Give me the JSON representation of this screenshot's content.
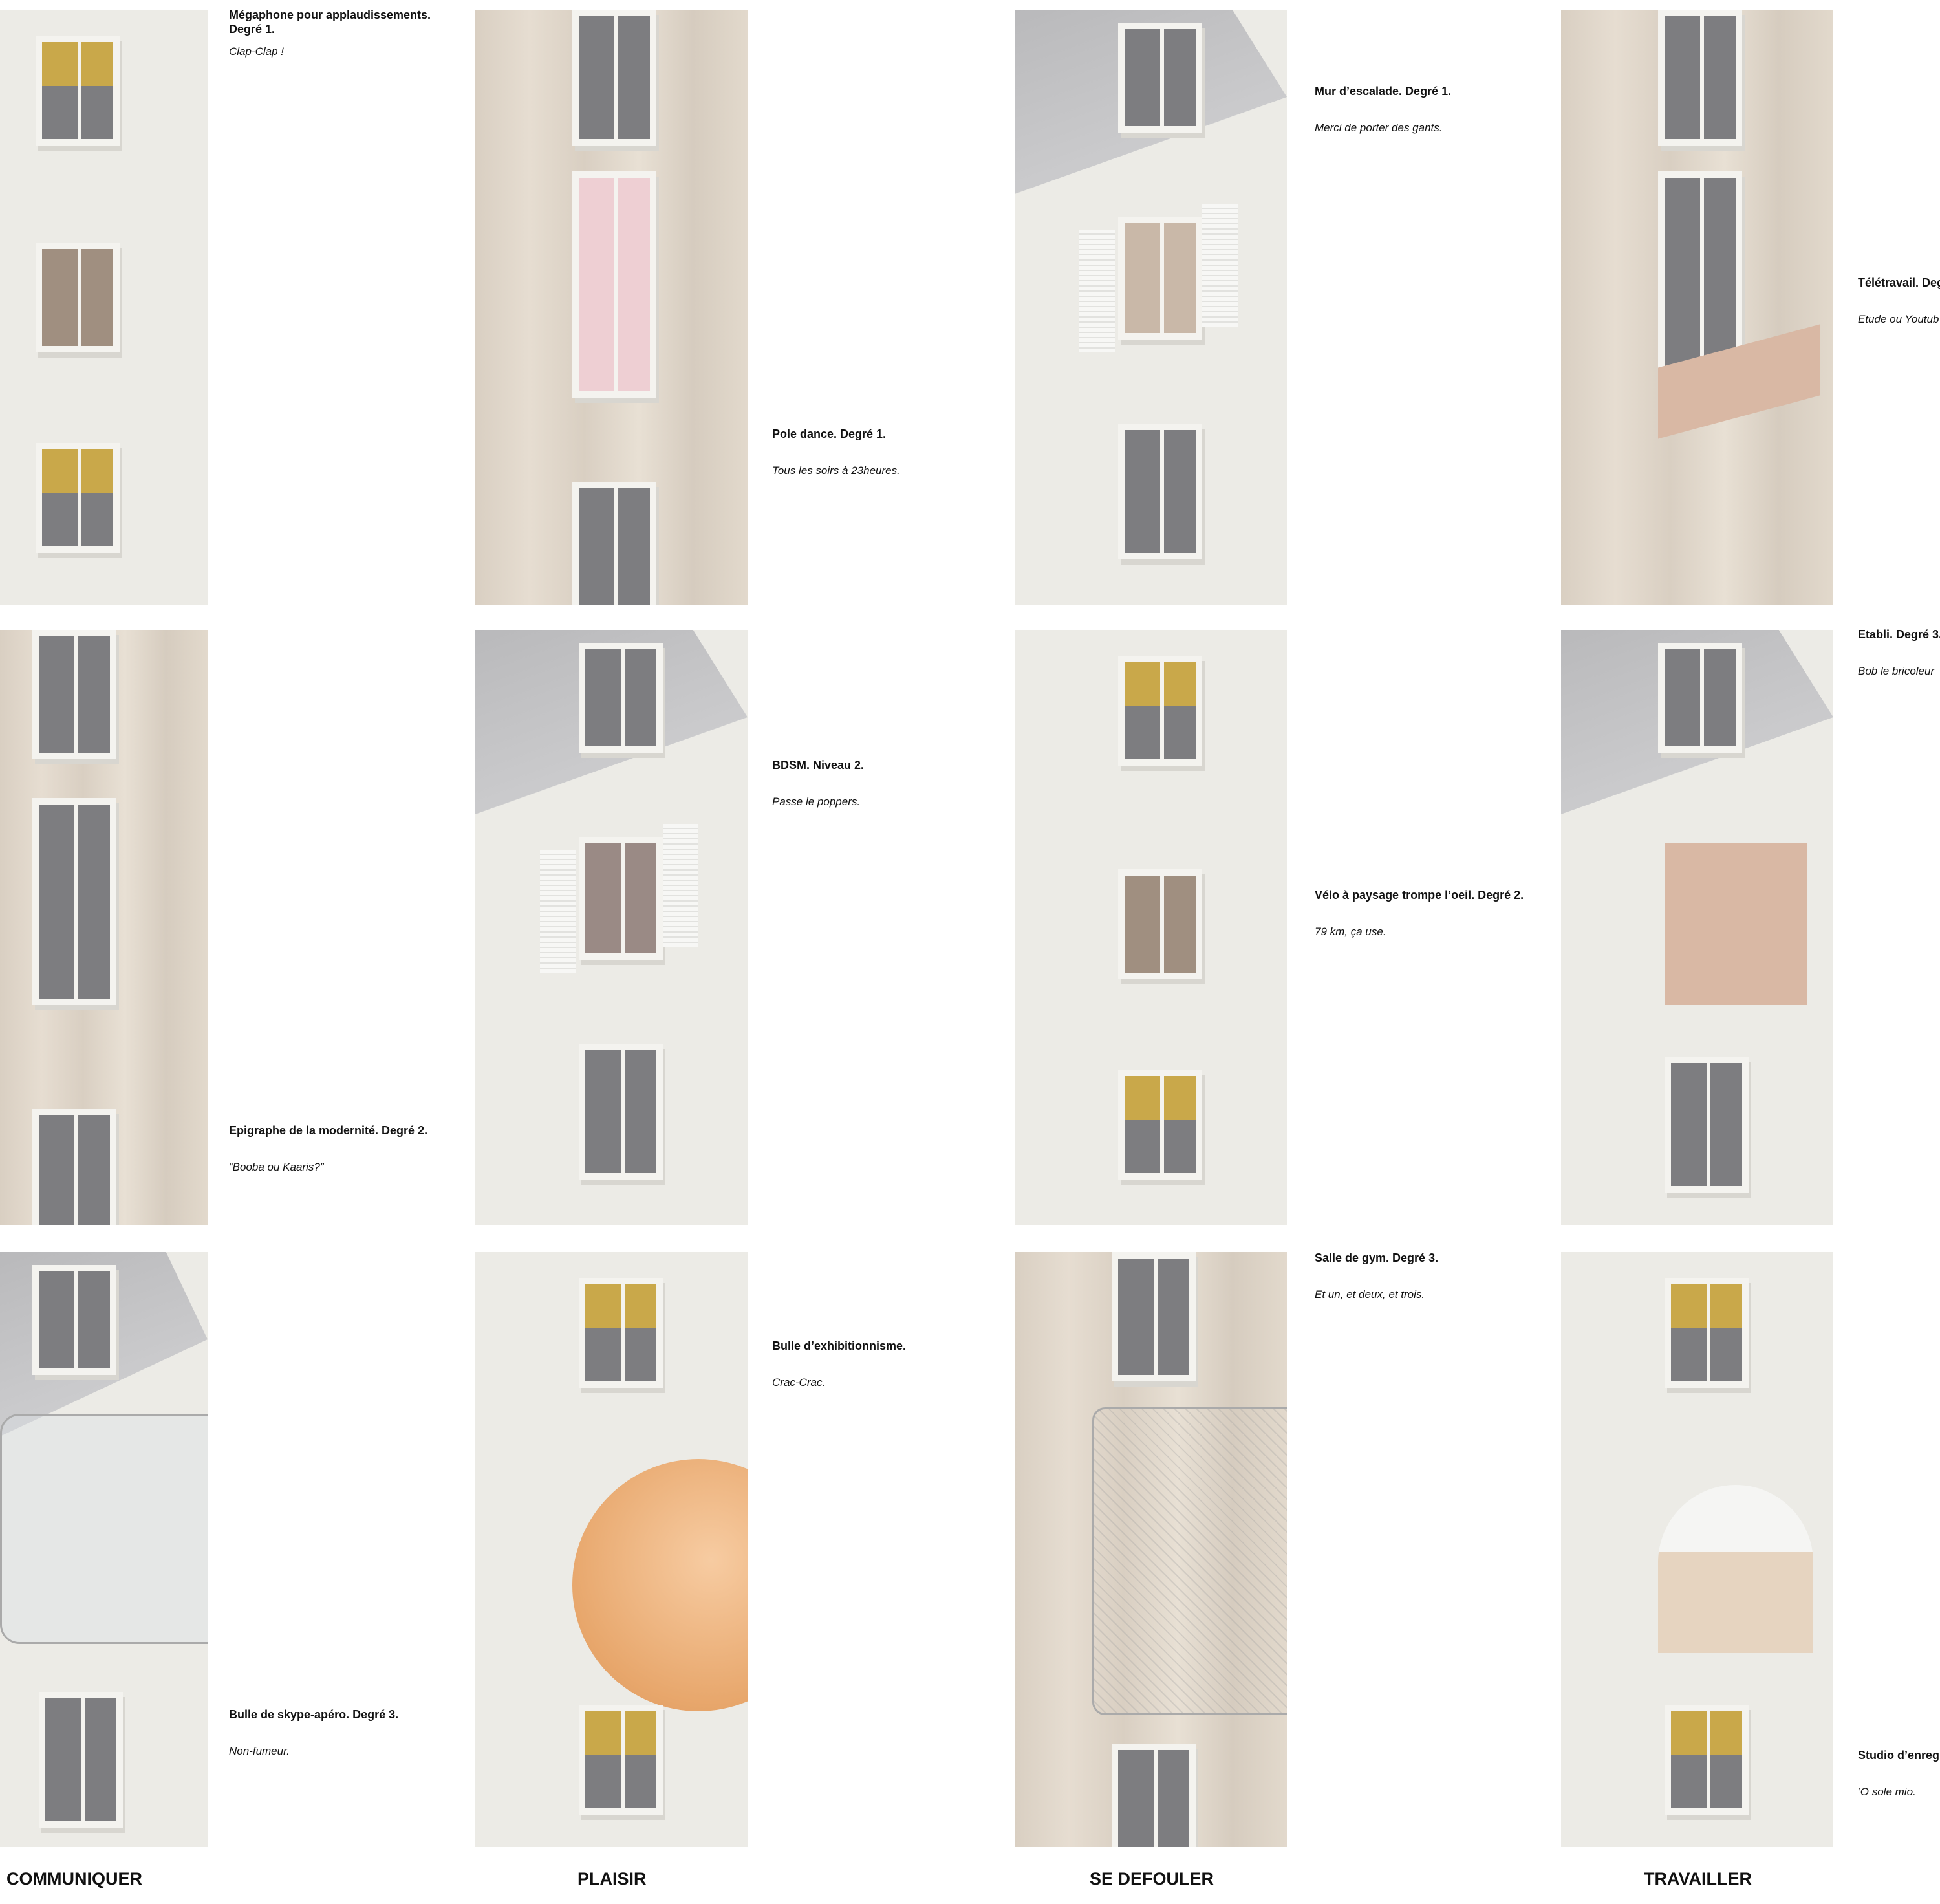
{
  "columns": [
    "COMMUNIQUER",
    "PLAISIR",
    "SE DEFOULER",
    "TRAVAILLER"
  ],
  "items": [
    {
      "title": "Mégaphone pour applaudissements. Degré 1.",
      "subtitle": "Clap-Clap !"
    },
    {
      "title": "Pole dance. Degré 1.",
      "subtitle": "Tous les soirs à 23heures."
    },
    {
      "title": "Mur d’escalade. Degré 1.",
      "subtitle": "Merci de porter des gants."
    },
    {
      "title": "Télétravail. Deg",
      "subtitle": "Etude ou Youtub"
    },
    {
      "title": "Epigraphe de la modernité. Degré 2.",
      "subtitle": "“Booba ou Kaaris?”"
    },
    {
      "title": "BDSM. Niveau 2.",
      "subtitle": "Passe le poppers."
    },
    {
      "title": "Vélo à paysage trompe l’oeil. Degré 2.",
      "subtitle": "79 km, ça use."
    },
    {
      "title": "Etabli. Degré 3.",
      "subtitle": "Bob le bricoleur"
    },
    {
      "title": "Bulle de skype-apéro. Degré 3.",
      "subtitle": "Non-fumeur."
    },
    {
      "title": "Bulle d’exhibitionnisme.",
      "subtitle": "Crac-Crac."
    },
    {
      "title": "Salle de gym. Degré 3.",
      "subtitle": "Et un, et deux, et trois."
    },
    {
      "title": "Studio d’enreg",
      "subtitle": "’O sole mio."
    }
  ]
}
